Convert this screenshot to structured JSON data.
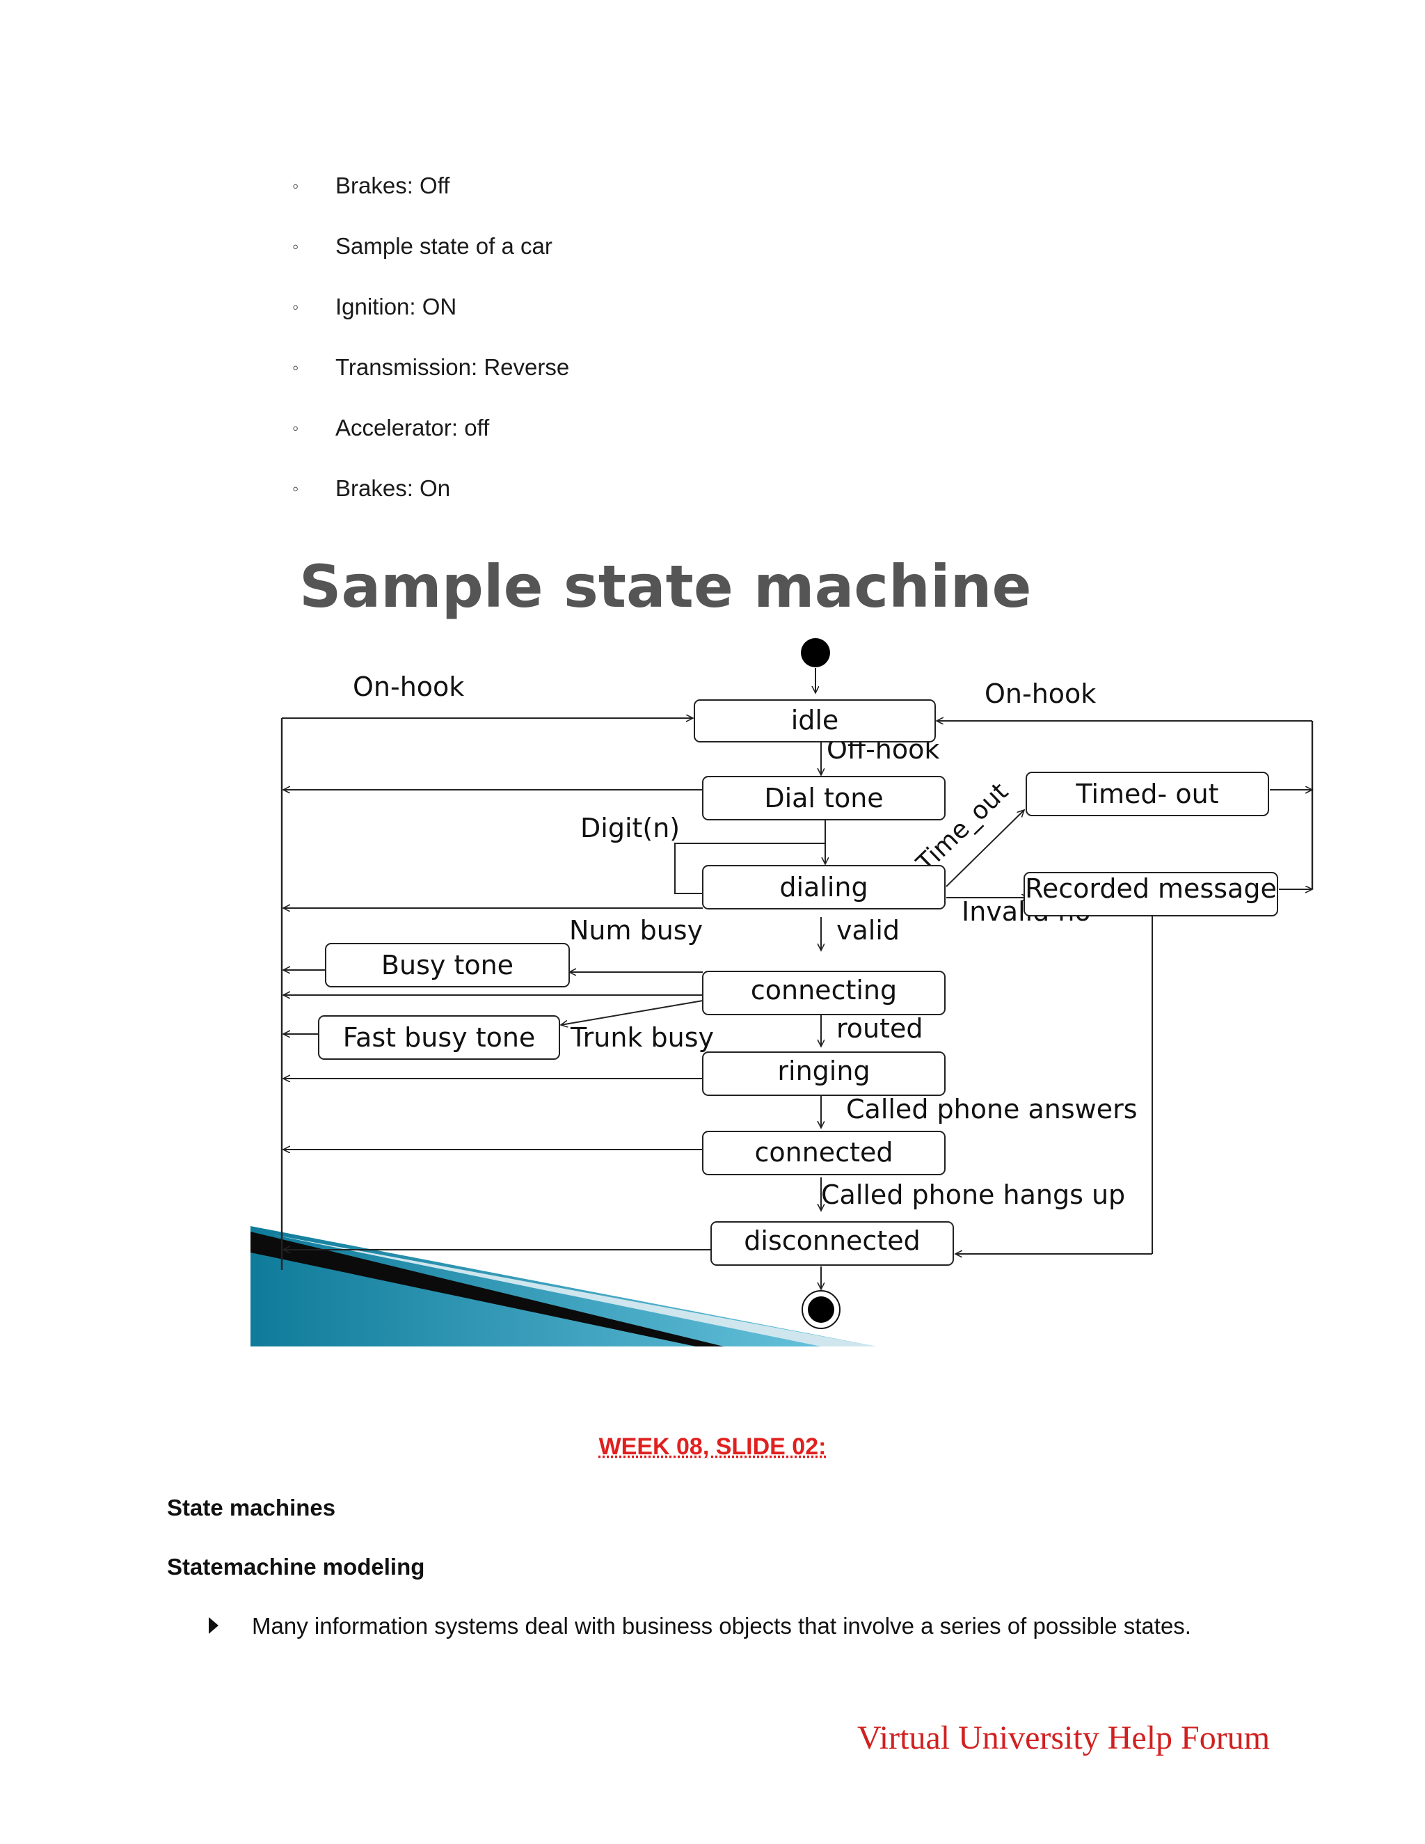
{
  "bullets": [
    "Brakes: Off",
    "Sample state of a car",
    "Ignition: ON",
    "Transmission: Reverse",
    "Accelerator: off",
    "Brakes: On"
  ],
  "diagram": {
    "title": "Sample state machine",
    "states": {
      "idle": "idle",
      "dial_tone": "Dial tone",
      "dialing": "dialing",
      "connecting": "connecting",
      "ringing": "ringing",
      "connected": "connected",
      "disconnected": "disconnected",
      "busy_tone": "Busy tone",
      "fast_busy_tone": "Fast busy tone",
      "timed_out": "Timed- out",
      "recorded_message": "Recorded message"
    },
    "transitions": {
      "on_hook_left": "On-hook",
      "on_hook_right": "On-hook",
      "off_hook": "Off-hook",
      "digit": "Digit(n)",
      "time_out": "Time_out",
      "invalid_no": "Invalid no",
      "num_busy": "Num busy",
      "valid": "valid",
      "trunk_busy": "Trunk busy",
      "routed": "routed",
      "called_answers": "Called phone answers",
      "called_hangs_up": "Called phone hangs up"
    }
  },
  "week_heading": "WEEK 08, SLIDE 02:",
  "section_title": "State machines",
  "subsection_title": "Statemachine modeling",
  "body_bullet": "Many information systems deal with business objects that involve a series of possible states.",
  "footer": "Virtual University Help Forum",
  "colors": {
    "red": "#e0201f",
    "teal": "#1a8aaa"
  }
}
